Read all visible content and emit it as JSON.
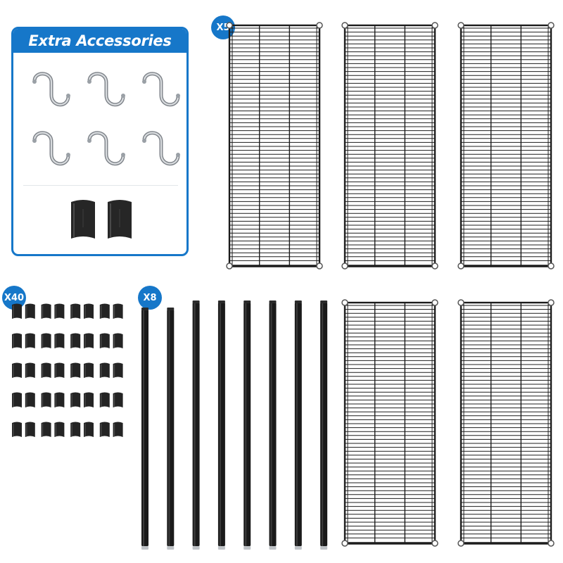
{
  "accessories": {
    "title": "Extra Accessories",
    "hook_count": 6,
    "clip_count": 2
  },
  "shelves": {
    "badge": "X5",
    "count": 5
  },
  "sleeves": {
    "badge": "X40",
    "count": 40
  },
  "poles": {
    "badge": "X8",
    "count": 8
  },
  "colors": {
    "accent": "#1677c9",
    "wire": "#1c1c1c",
    "hook": "#a9adb2"
  }
}
